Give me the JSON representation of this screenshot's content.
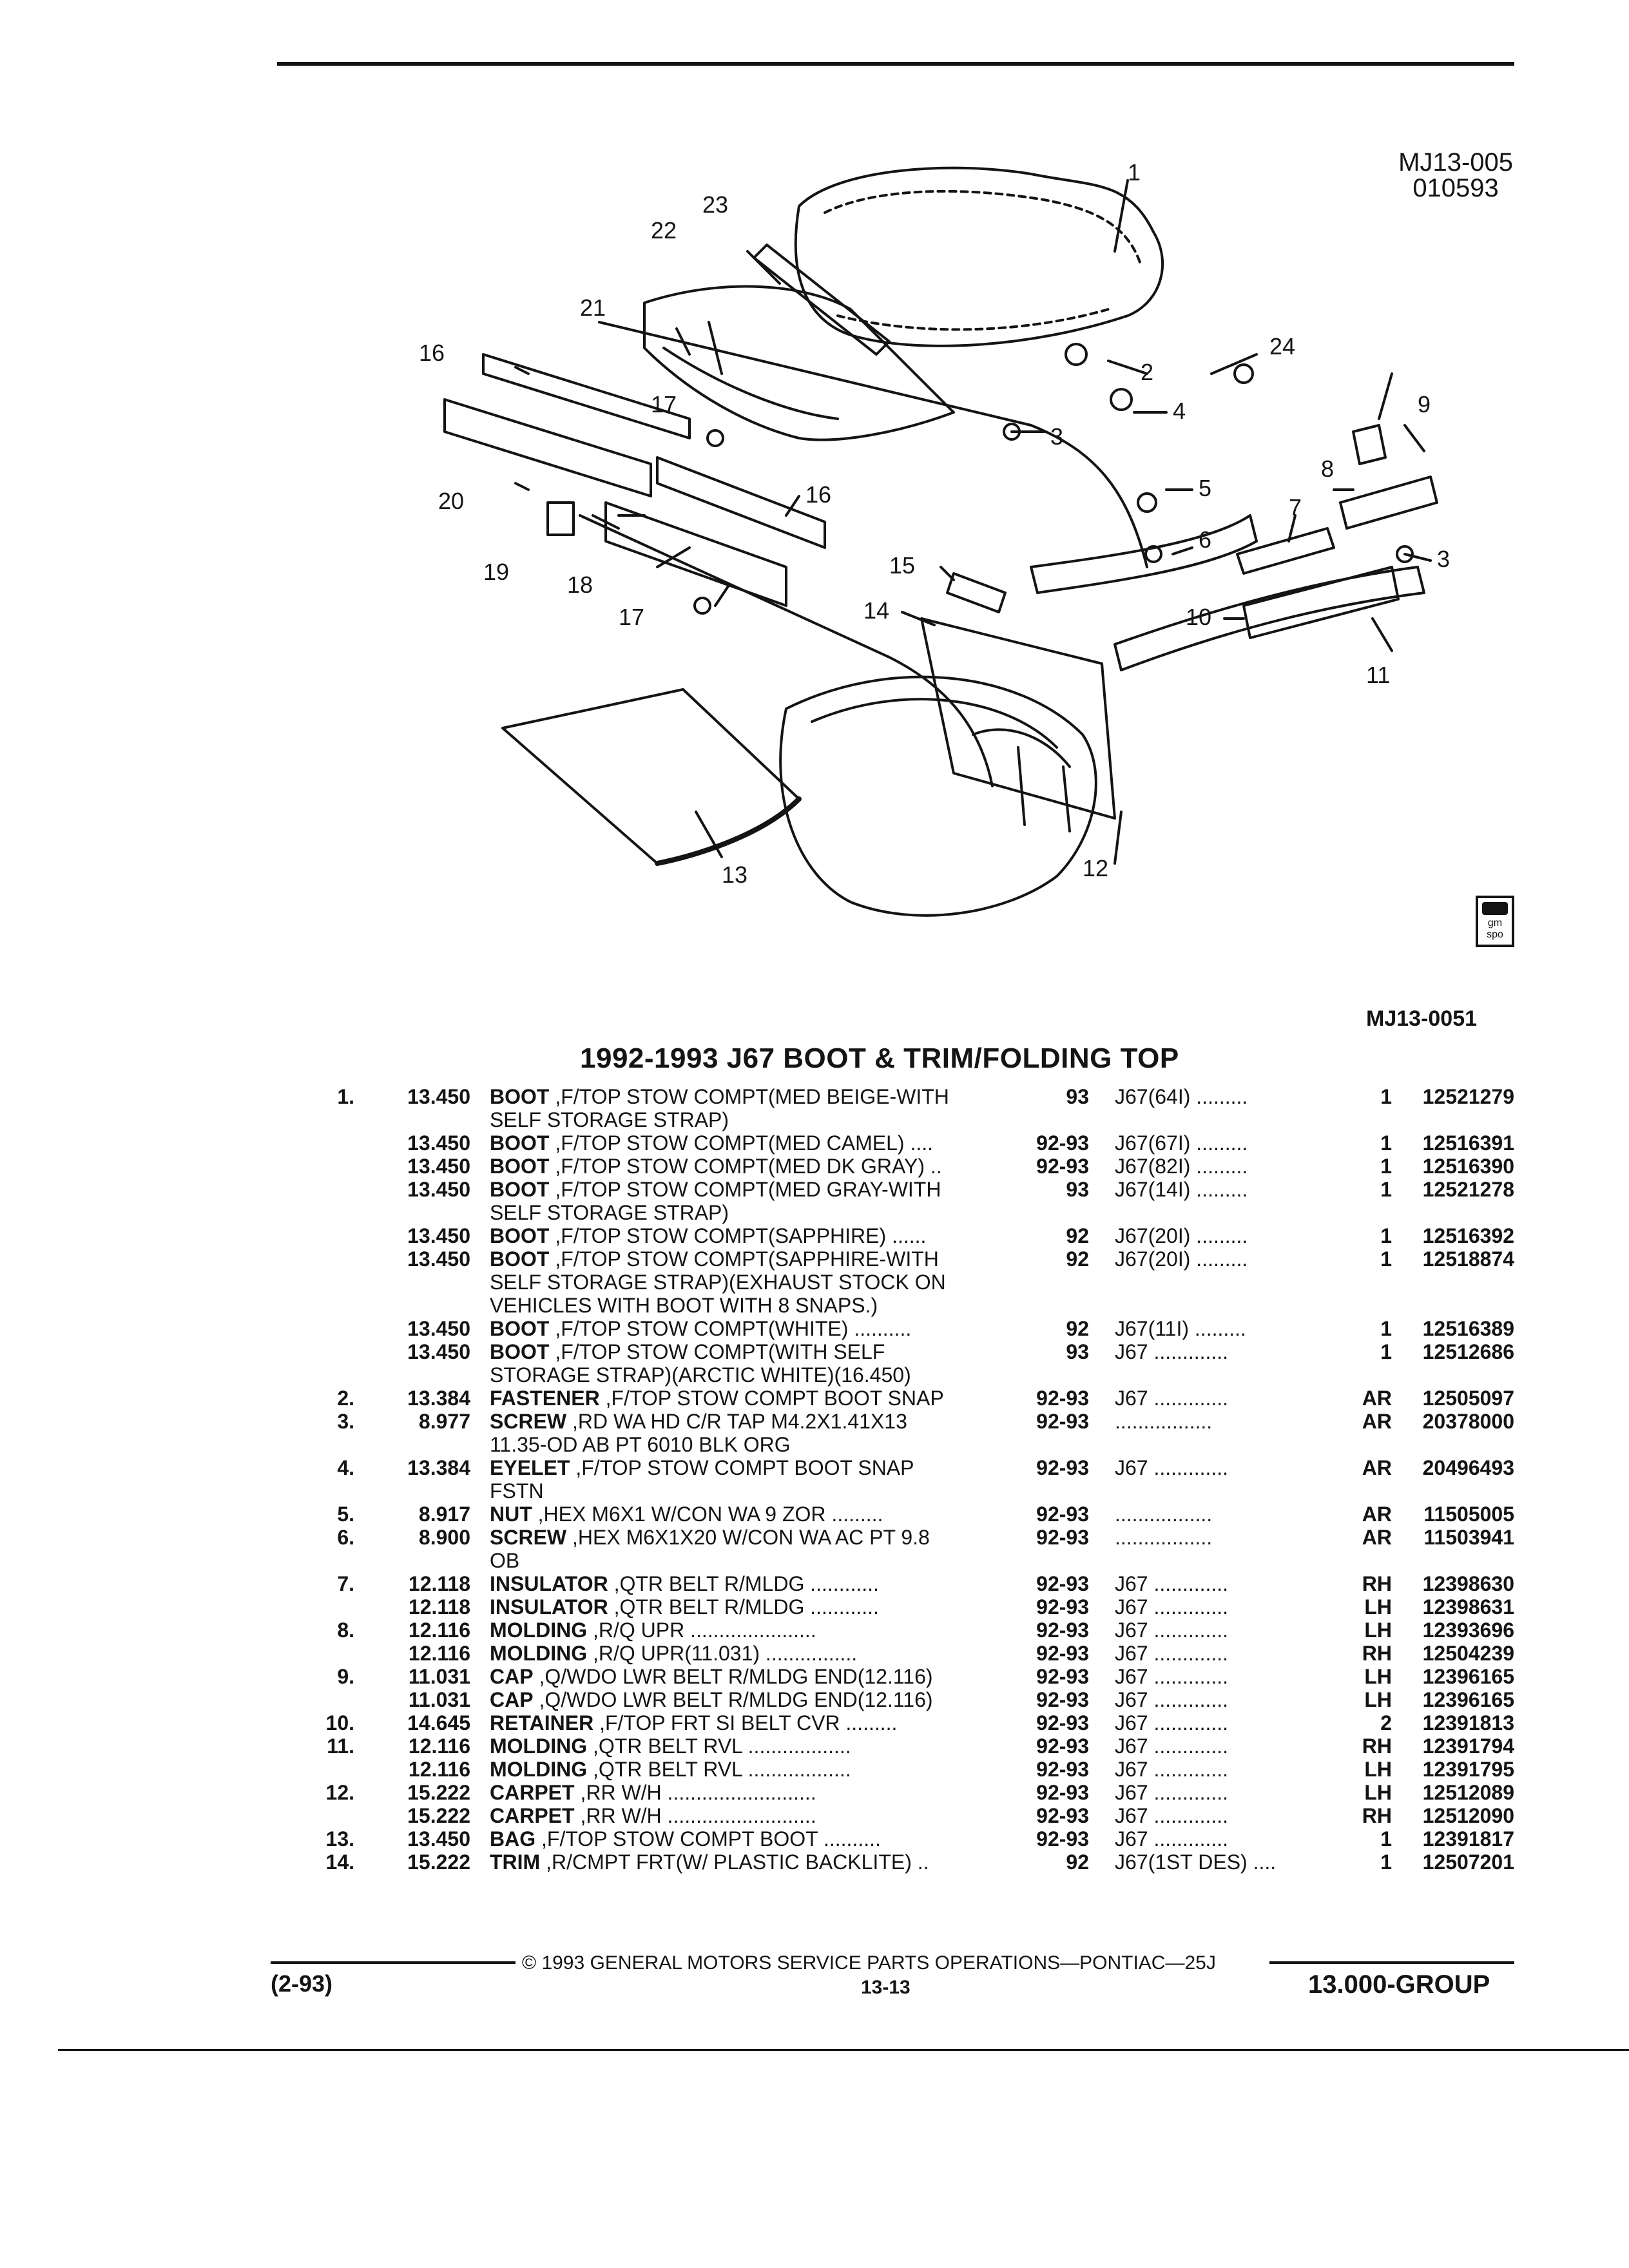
{
  "figure": {
    "id_line1": "MJ13-005",
    "id_line2": "010593",
    "code": "MJ13-0051",
    "gm_spo_label": "gm spo",
    "callouts": [
      "1",
      "2",
      "3",
      "4",
      "5",
      "6",
      "7",
      "8",
      "9",
      "10",
      "11",
      "12",
      "13",
      "14",
      "15",
      "16",
      "17",
      "18",
      "19",
      "20",
      "21",
      "22",
      "23",
      "24"
    ]
  },
  "title": "1992-1993 J67 BOOT & TRIM/FOLDING TOP",
  "parts": [
    {
      "item": "1.",
      "ref": "13.450",
      "name": "BOOT",
      "desc": " ,F/TOP STOW COMPT(MED BEIGE-WITH",
      "desc2": "SELF STORAGE STRAP)",
      "years": "93",
      "option": "J67(64I) .........",
      "qty": "1",
      "part": "12521279"
    },
    {
      "item": "",
      "ref": "13.450",
      "name": "BOOT",
      "desc": " ,F/TOP STOW COMPT(MED CAMEL) ....",
      "years": "92-93",
      "option": "J67(67I) .........",
      "qty": "1",
      "part": "12516391"
    },
    {
      "item": "",
      "ref": "13.450",
      "name": "BOOT",
      "desc": " ,F/TOP STOW COMPT(MED DK GRAY) ..",
      "years": "92-93",
      "option": "J67(82I) .........",
      "qty": "1",
      "part": "12516390"
    },
    {
      "item": "",
      "ref": "13.450",
      "name": "BOOT",
      "desc": " ,F/TOP STOW COMPT(MED GRAY-WITH",
      "desc2": "SELF STORAGE STRAP)",
      "years": "93",
      "option": "J67(14I) .........",
      "qty": "1",
      "part": "12521278"
    },
    {
      "item": "",
      "ref": "13.450",
      "name": "BOOT",
      "desc": " ,F/TOP STOW COMPT(SAPPHIRE) ......",
      "years": "92",
      "option": "J67(20I) .........",
      "qty": "1",
      "part": "12516392"
    },
    {
      "item": "",
      "ref": "13.450",
      "name": "BOOT",
      "desc": " ,F/TOP STOW COMPT(SAPPHIRE-WITH",
      "desc2": "SELF STORAGE STRAP)(EXHAUST STOCK ON\nVEHICLES WITH BOOT WITH 8 SNAPS.)",
      "years": "92",
      "option": "J67(20I) .........",
      "qty": "1",
      "part": "12518874"
    },
    {
      "item": "",
      "ref": "13.450",
      "name": "BOOT",
      "desc": " ,F/TOP STOW COMPT(WHITE) ..........",
      "years": "92",
      "option": "J67(11I) .........",
      "qty": "1",
      "part": "12516389"
    },
    {
      "item": "",
      "ref": "13.450",
      "name": "BOOT",
      "desc": " ,F/TOP STOW COMPT(WITH SELF",
      "desc2": "STORAGE STRAP)(ARCTIC WHITE)(16.450)",
      "years": "93",
      "option": "J67 .............",
      "qty": "1",
      "part": "12512686"
    },
    {
      "item": "2.",
      "ref": "13.384",
      "name": "FASTENER",
      "desc": " ,F/TOP STOW COMPT BOOT SNAP",
      "years": "92-93",
      "option": "J67 .............",
      "qty": "AR",
      "part": "12505097"
    },
    {
      "item": "3.",
      "ref": "8.977",
      "name": "SCREW",
      "desc": " ,RD WA HD C/R TAP M4.2X1.41X13",
      "desc2": "11.35-OD AB PT 6010 BLK ORG",
      "years": "92-93",
      "option": ".................",
      "qty": "AR",
      "part": "20378000"
    },
    {
      "item": "4.",
      "ref": "13.384",
      "name": "EYELET",
      "desc": " ,F/TOP STOW COMPT BOOT SNAP",
      "desc2": "FSTN",
      "years": "92-93",
      "option": "J67 .............",
      "qty": "AR",
      "part": "20496493"
    },
    {
      "item": "5.",
      "ref": "8.917",
      "name": "NUT",
      "desc": " ,HEX M6X1 W/CON WA 9 ZOR .........",
      "years": "92-93",
      "option": ".................",
      "qty": "AR",
      "part": "11505005"
    },
    {
      "item": "6.",
      "ref": "8.900",
      "name": "SCREW",
      "desc": " ,HEX M6X1X20 W/CON WA AC PT 9.8",
      "desc2": "OB",
      "years": "92-93",
      "option": ".................",
      "qty": "AR",
      "part": "11503941"
    },
    {
      "item": "7.",
      "ref": "12.118",
      "name": "INSULATOR",
      "desc": " ,QTR BELT R/MLDG ............",
      "years": "92-93",
      "option": "J67 .............",
      "qty": "RH",
      "part": "12398630"
    },
    {
      "item": "",
      "ref": "12.118",
      "name": "INSULATOR",
      "desc": " ,QTR BELT R/MLDG ............",
      "years": "92-93",
      "option": "J67 .............",
      "qty": "LH",
      "part": "12398631"
    },
    {
      "item": "8.",
      "ref": "12.116",
      "name": "MOLDING",
      "desc": " ,R/Q UPR ......................",
      "years": "92-93",
      "option": "J67 .............",
      "qty": "LH",
      "part": "12393696"
    },
    {
      "item": "",
      "ref": "12.116",
      "name": "MOLDING",
      "desc": " ,R/Q UPR(11.031) ................",
      "years": "92-93",
      "option": "J67 .............",
      "qty": "RH",
      "part": "12504239"
    },
    {
      "item": "9.",
      "ref": "11.031",
      "name": "CAP",
      "desc": " ,Q/WDO LWR BELT R/MLDG END(12.116)",
      "years": "92-93",
      "option": "J67 .............",
      "qty": "LH",
      "part": "12396165"
    },
    {
      "item": "",
      "ref": "11.031",
      "name": "CAP",
      "desc": " ,Q/WDO LWR BELT R/MLDG END(12.116)",
      "years": "92-93",
      "option": "J67 .............",
      "qty": "LH",
      "part": "12396165"
    },
    {
      "item": "10.",
      "ref": "14.645",
      "name": "RETAINER",
      "desc": " ,F/TOP FRT SI BELT CVR .........",
      "years": "92-93",
      "option": "J67 .............",
      "qty": "2",
      "part": "12391813"
    },
    {
      "item": "11.",
      "ref": "12.116",
      "name": "MOLDING",
      "desc": " ,QTR BELT RVL ..................",
      "years": "92-93",
      "option": "J67 .............",
      "qty": "RH",
      "part": "12391794"
    },
    {
      "item": "",
      "ref": "12.116",
      "name": "MOLDING",
      "desc": " ,QTR BELT RVL ..................",
      "years": "92-93",
      "option": "J67 .............",
      "qty": "LH",
      "part": "12391795"
    },
    {
      "item": "12.",
      "ref": "15.222",
      "name": "CARPET",
      "desc": " ,RR W/H ..........................",
      "years": "92-93",
      "option": "J67 .............",
      "qty": "LH",
      "part": "12512089"
    },
    {
      "item": "",
      "ref": "15.222",
      "name": "CARPET",
      "desc": " ,RR W/H ..........................",
      "years": "92-93",
      "option": "J67 .............",
      "qty": "RH",
      "part": "12512090"
    },
    {
      "item": "13.",
      "ref": "13.450",
      "name": "BAG",
      "desc": " ,F/TOP STOW COMPT BOOT ..........",
      "years": "92-93",
      "option": "J67 .............",
      "qty": "1",
      "part": "12391817"
    },
    {
      "item": "14.",
      "ref": "15.222",
      "name": "TRIM",
      "desc": " ,R/CMPT FRT(W/ PLASTIC BACKLITE) ..",
      "years": "92",
      "option": "J67(1ST DES) ....",
      "qty": "1",
      "part": "12507201"
    }
  ],
  "footer": {
    "copyright": "© 1993 GENERAL MOTORS SERVICE PARTS OPERATIONS—PONTIAC—25J",
    "page": "13-13",
    "date": "(2-93)",
    "group": "13.000-GROUP"
  }
}
